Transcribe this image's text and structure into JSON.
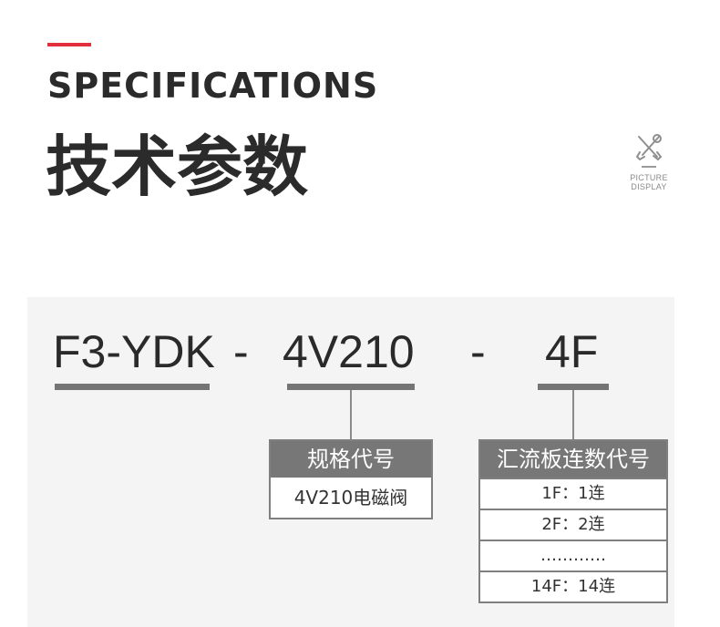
{
  "heading": {
    "title_en": "SPECIFICATIONS",
    "title_cn": "技术参数",
    "accent_color": "#e0303c",
    "badge_icon": "tools-icon",
    "badge_text": "PICTURE\nDISPLAY"
  },
  "code": {
    "part1": "F3-YDK",
    "sep1": "-",
    "part2": "4V210",
    "sep2": "-",
    "part3": "4F"
  },
  "left_box": {
    "header": "规格代号",
    "value": "4V210电磁阀"
  },
  "right_box": {
    "header": "汇流板连数代号",
    "rows": [
      "1F：1连",
      "2F：2连",
      "…………",
      "14F：14连"
    ]
  }
}
